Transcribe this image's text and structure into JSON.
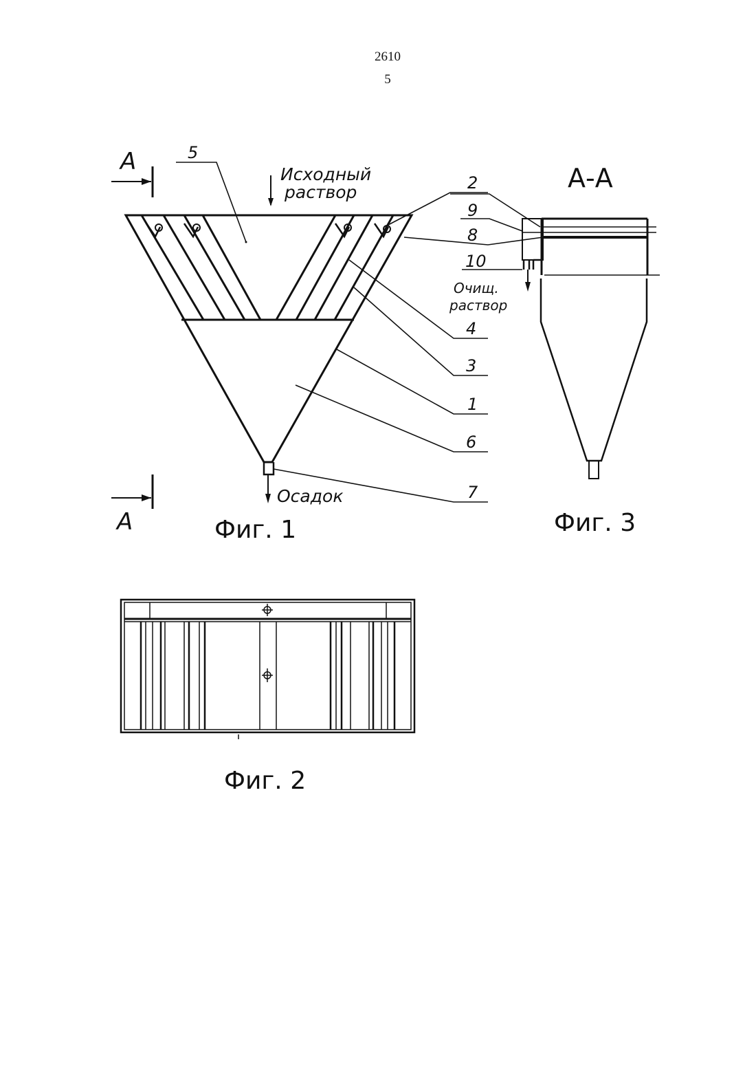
{
  "header": {
    "doc_number": "2610",
    "page_number": "5"
  },
  "fig1": {
    "caption": "Фиг. 1",
    "section_mark": "А",
    "inlet_label_line1": "Исходный",
    "inlet_label_line2": "раствор",
    "outlet_label": "Осадок",
    "callouts": [
      "5",
      "2",
      "4",
      "3",
      "1",
      "6",
      "7"
    ]
  },
  "fig3": {
    "title": "А-А",
    "caption": "Фиг. 3",
    "callouts": [
      "9",
      "8",
      "10"
    ],
    "outlet_label_line1": "Очищ.",
    "outlet_label_line2": "раствор"
  },
  "fig2": {
    "caption": "Фиг. 2"
  }
}
